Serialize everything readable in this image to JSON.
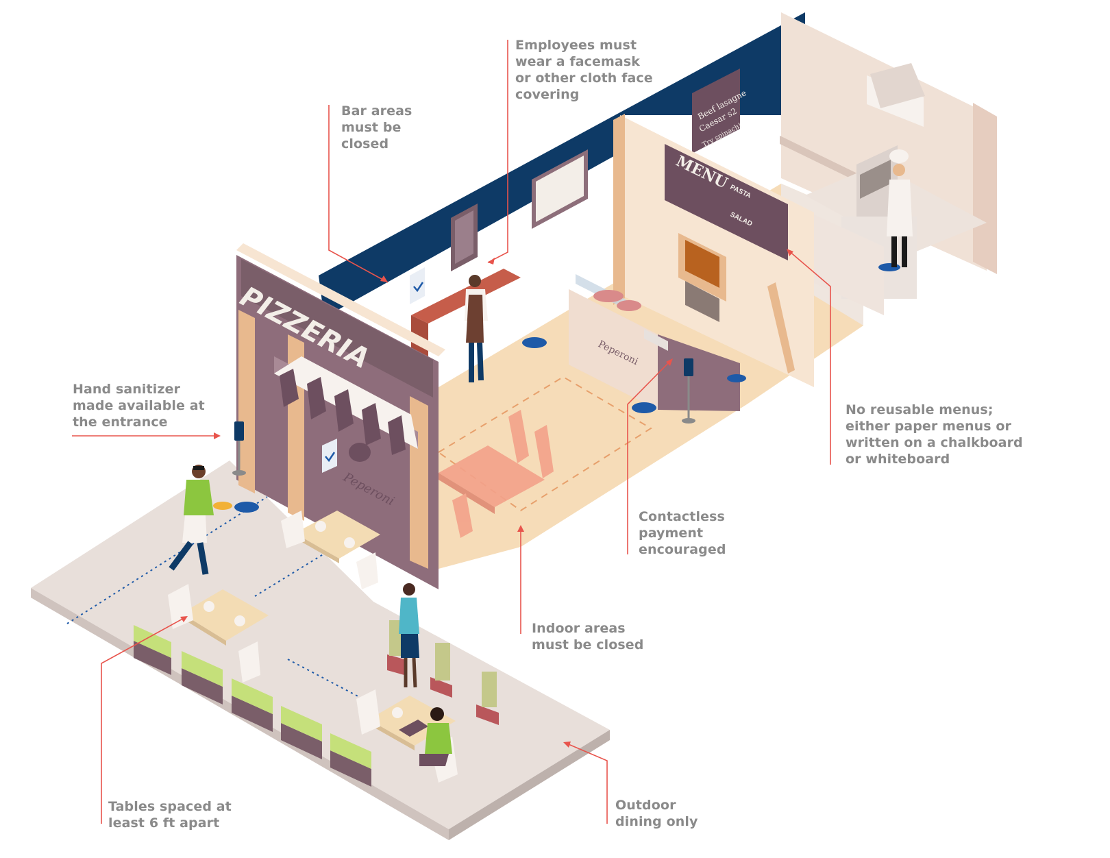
{
  "labels": {
    "employees_mask": [
      "Employees must",
      "wear a facemask",
      "or other cloth face",
      "covering"
    ],
    "bar_closed": [
      "Bar areas",
      "must be",
      "closed"
    ],
    "hand_sanitizer": [
      "Hand sanitizer",
      "made available at",
      "the entrance"
    ],
    "no_reusable_menus": [
      "No reusable menus;",
      "either paper menus or",
      "written on a chalkboard",
      "or whiteboard"
    ],
    "contactless_payment": [
      "Contactless",
      "payment",
      "encouraged"
    ],
    "indoor_closed": [
      "Indoor areas",
      "must be closed"
    ],
    "tables_spaced": [
      "Tables spaced at",
      "least 6 ft apart"
    ],
    "outdoor_dining": [
      "Outdoor",
      "dining only"
    ]
  },
  "signs": {
    "storefront": "PIZZERIA",
    "brand": "Peperoni",
    "menu_board": "MENU",
    "menu_pasta": "PASTA",
    "menu_salad": "SALAD",
    "chalkboard": [
      "Beef lasagne",
      "Caesar s2",
      "Try spinach!"
    ]
  },
  "colors": {
    "label_text": "#8a8a8a",
    "leader_line": "#e8544c",
    "wall_navy": "#0e3a66",
    "distance_marker": "#1e5aa8",
    "floor_indoor": "#f6dcb8",
    "sidewalk": "#e7ddd8",
    "storefront": "#8e6d7b",
    "planter_hedge": "#c5e07a"
  }
}
